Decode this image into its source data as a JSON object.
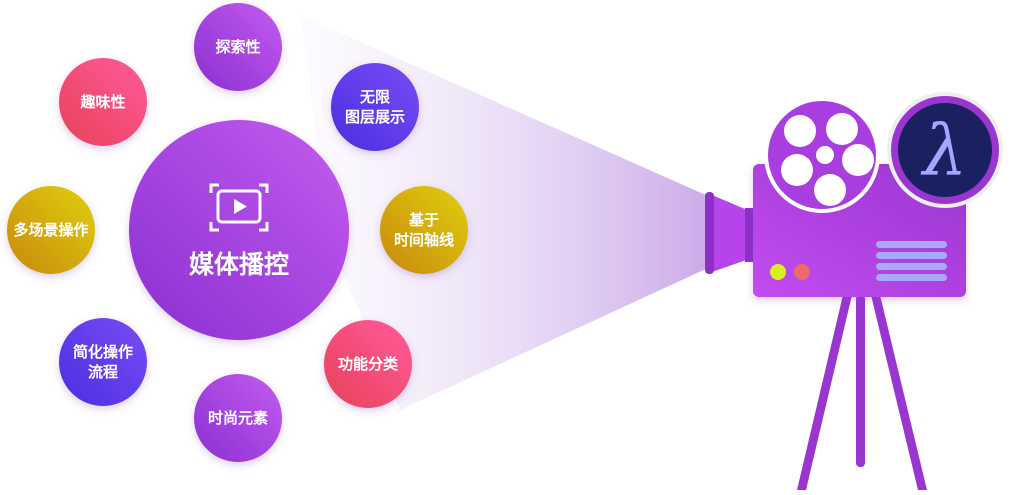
{
  "center": {
    "label": "媒体播控",
    "icon": "play-screen-icon"
  },
  "features": [
    {
      "id": "explore",
      "lines": [
        "探索性"
      ]
    },
    {
      "id": "fun",
      "lines": [
        "趣味性"
      ]
    },
    {
      "id": "layers",
      "lines": [
        "无限",
        "图层展示"
      ]
    },
    {
      "id": "multi-scene",
      "lines": [
        "多场景操作"
      ]
    },
    {
      "id": "timeline",
      "lines": [
        "基于",
        "时间轴线"
      ]
    },
    {
      "id": "simplify",
      "lines": [
        "简化操作",
        "流程"
      ]
    },
    {
      "id": "categories",
      "lines": [
        "功能分类"
      ]
    },
    {
      "id": "fashion",
      "lines": [
        "时尚元素"
      ]
    }
  ],
  "logo": {
    "text": "λ"
  },
  "colors": {
    "purple": "#b44be6",
    "pink": "#f04a7a",
    "violet": "#6a3cf0",
    "gold": "#d4b010",
    "navy": "#1a2060",
    "logo_glyph": "#a0a8ff"
  }
}
